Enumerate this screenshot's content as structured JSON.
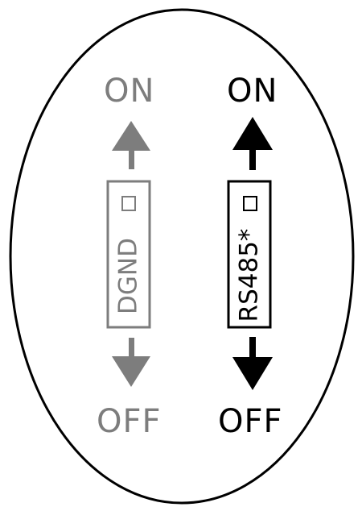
{
  "switches": [
    {
      "label": "DGND",
      "on_label": "ON",
      "off_label": "OFF",
      "color": "#7d7d7d"
    },
    {
      "label": "RS485*",
      "on_label": "ON",
      "off_label": "OFF",
      "color": "#000000"
    }
  ],
  "colors": {
    "outline": "#000000",
    "background": "#ffffff"
  }
}
